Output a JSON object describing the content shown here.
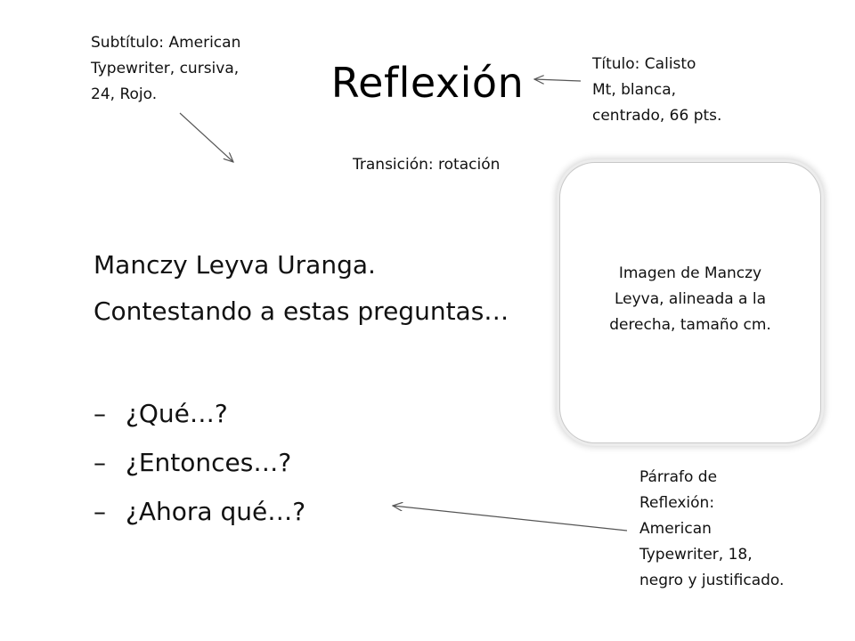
{
  "slide": {
    "title": "Reflexión",
    "notes": {
      "subtitle": "Subtítulo: American\nTypewriter, cursiva,\n24, Rojo.",
      "title": "Título: Calisto\nMt, blanca,\ncentrado, 66 pts.",
      "transition": "Transición: rotación",
      "paragraph": "Párrafo de\nReflexión:\nAmerican\nTypewriter, 18,\nnegro y justificado."
    },
    "body": {
      "line1": "Manczy Leyva Uranga.",
      "line2": "Contestando a estas preguntas…",
      "items": [
        "¿Qué…?",
        "¿Entonces…?",
        "¿Ahora qué…?"
      ],
      "dash": "–"
    },
    "image_placeholder": "Imagen de Manczy\nLeyva, alineada a la\nderecha,  tamaño cm."
  }
}
